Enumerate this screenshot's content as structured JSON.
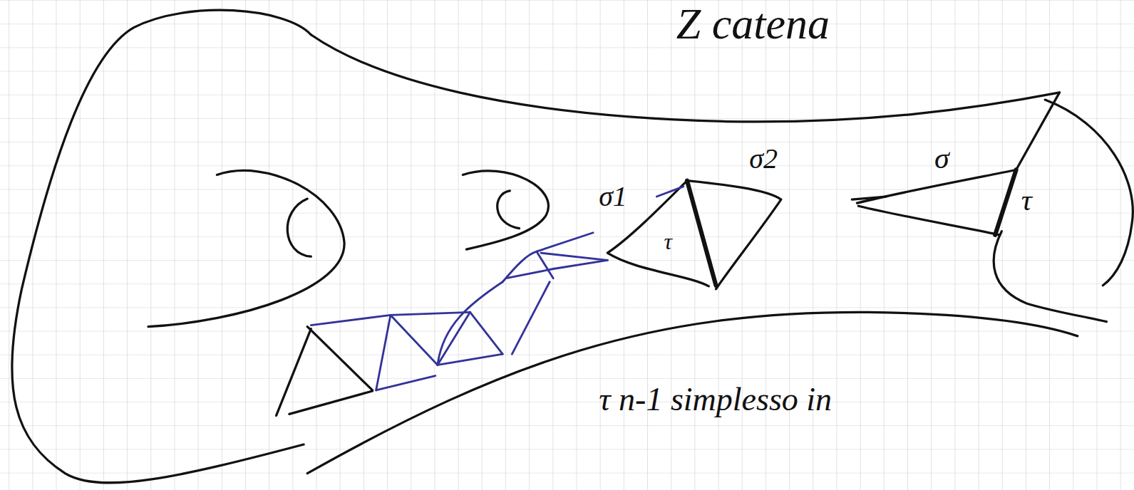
{
  "diagram": {
    "labels": [
      "Z catena",
      "σ1",
      "σ2",
      "τ",
      "σ",
      "τ",
      "τ n-1 simplesso in"
    ]
  }
}
